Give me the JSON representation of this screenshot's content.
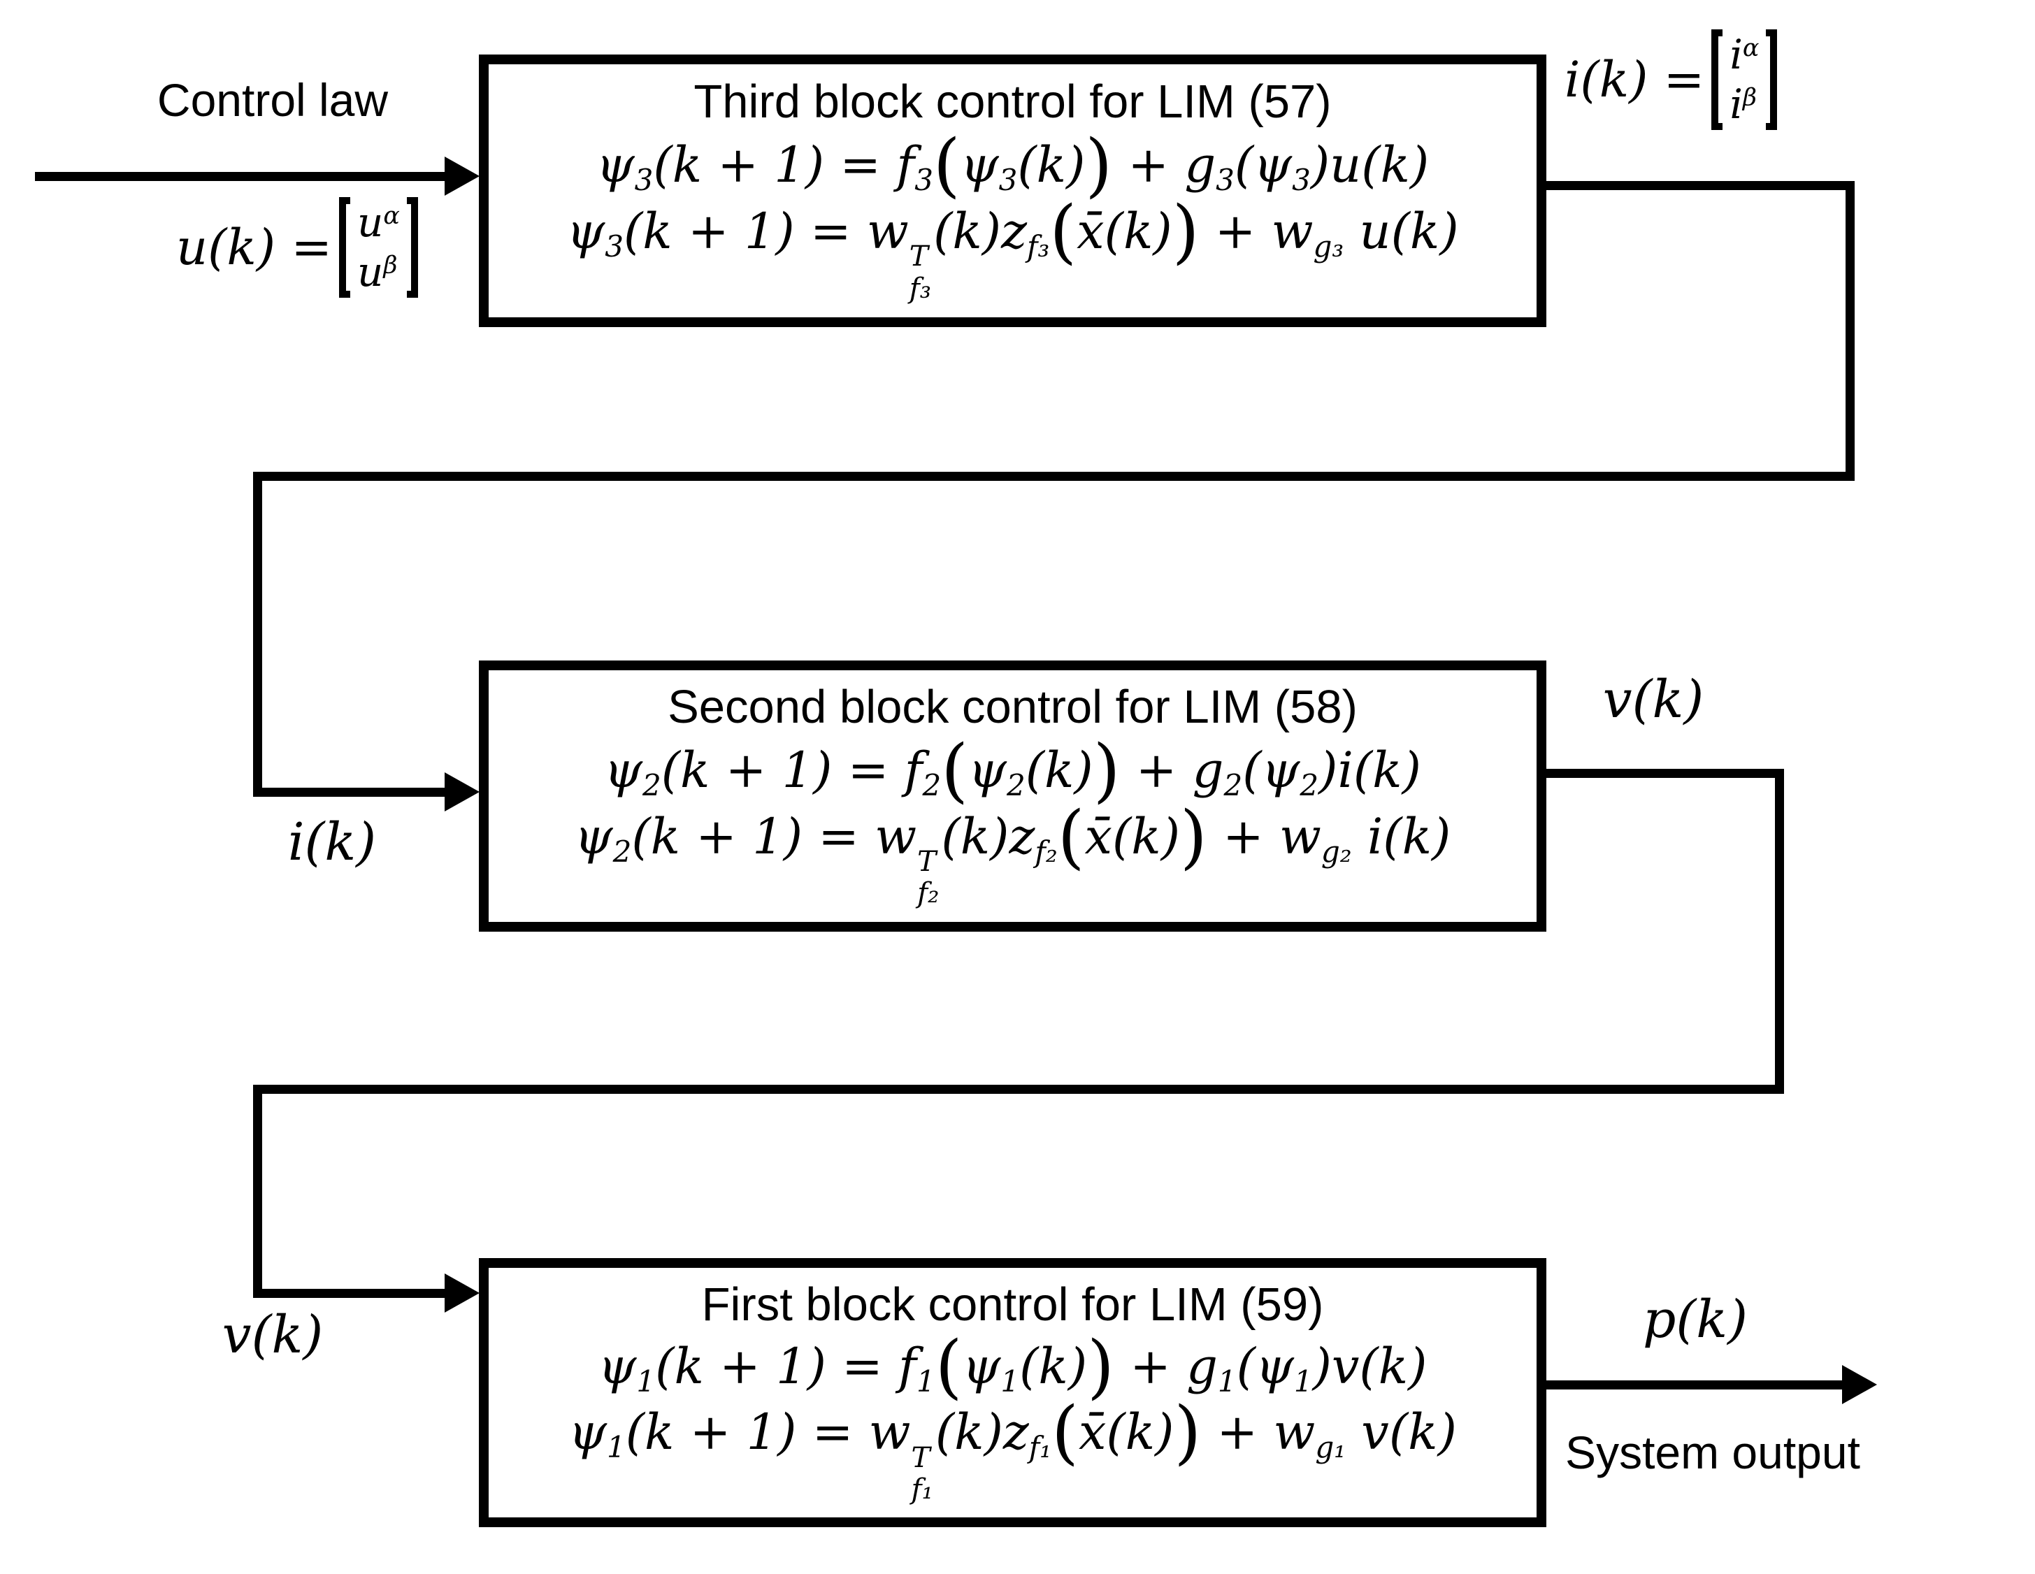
{
  "input": {
    "label": "Control law",
    "eq_prefix": [
      {
        "t": "u(k) = "
      }
    ],
    "matrix_rows": [
      [
        {
          "t": "u"
        },
        {
          "sup": "α"
        }
      ],
      [
        {
          "t": "u"
        },
        {
          "sup": "β"
        }
      ]
    ]
  },
  "blocks": [
    {
      "title": "Third block control for LIM (57)",
      "eq1": [
        {
          "t": "ψ"
        },
        {
          "sub": "3"
        },
        {
          "t": "(k + 1) = f"
        },
        {
          "sub": "3"
        },
        {
          "big": "("
        },
        {
          "t": "ψ"
        },
        {
          "sub": "3"
        },
        {
          "t": "(k)"
        },
        {
          "big": ")"
        },
        {
          "t": " + g"
        },
        {
          "sub": "3"
        },
        {
          "t": "(ψ"
        },
        {
          "sub": "3"
        },
        {
          "t": ")u(k)"
        }
      ],
      "eq2": [
        {
          "t": "ψ"
        },
        {
          "sub": "3"
        },
        {
          "t": "(k + 1) = w"
        },
        {
          "ss": [
            "T",
            "f₃"
          ]
        },
        {
          "t": "(k)z"
        },
        {
          "sub": "f₃"
        },
        {
          "big": "("
        },
        {
          "t": "x̄(k)"
        },
        {
          "big": ")"
        },
        {
          "t": " + w"
        },
        {
          "sub": "g₃"
        },
        {
          "t": " u(k)"
        }
      ]
    },
    {
      "title": "Second block control for LIM (58)",
      "eq1": [
        {
          "t": "ψ"
        },
        {
          "sub": "2"
        },
        {
          "t": "(k + 1) = f"
        },
        {
          "sub": "2"
        },
        {
          "big": "("
        },
        {
          "t": "ψ"
        },
        {
          "sub": "2"
        },
        {
          "t": "(k)"
        },
        {
          "big": ")"
        },
        {
          "t": " + g"
        },
        {
          "sub": "2"
        },
        {
          "t": "(ψ"
        },
        {
          "sub": "2"
        },
        {
          "t": ")i(k)"
        }
      ],
      "eq2": [
        {
          "t": "ψ"
        },
        {
          "sub": "2"
        },
        {
          "t": "(k + 1) = w"
        },
        {
          "ss": [
            "T",
            "f₂"
          ]
        },
        {
          "t": "(k)z"
        },
        {
          "sub": "f₂"
        },
        {
          "big": "("
        },
        {
          "t": "x̄(k)"
        },
        {
          "big": ")"
        },
        {
          "t": " + w"
        },
        {
          "sub": "g₂"
        },
        {
          "t": " i(k)"
        }
      ]
    },
    {
      "title": "First block control for LIM (59)",
      "eq1": [
        {
          "t": "ψ"
        },
        {
          "sub": "1"
        },
        {
          "t": "(k + 1) = f"
        },
        {
          "sub": "1"
        },
        {
          "big": "("
        },
        {
          "t": "ψ"
        },
        {
          "sub": "1"
        },
        {
          "t": "(k)"
        },
        {
          "big": ")"
        },
        {
          "t": " + g"
        },
        {
          "sub": "1"
        },
        {
          "t": "(ψ"
        },
        {
          "sub": "1"
        },
        {
          "t": ")v(k)"
        }
      ],
      "eq2": [
        {
          "t": "ψ"
        },
        {
          "sub": "1"
        },
        {
          "t": "(k + 1) = w"
        },
        {
          "ss": [
            "T",
            "f₁"
          ]
        },
        {
          "t": "(k)z"
        },
        {
          "sub": "f₁"
        },
        {
          "big": "("
        },
        {
          "t": "x̄(k)"
        },
        {
          "big": ")"
        },
        {
          "t": " + w"
        },
        {
          "sub": "g₁"
        },
        {
          "t": " v(k)"
        }
      ]
    }
  ],
  "signals": {
    "ik_eq_prefix": [
      {
        "t": "i(k) = "
      }
    ],
    "ik_matrix_rows": [
      [
        {
          "t": "i"
        },
        {
          "sup": "α"
        }
      ],
      [
        {
          "t": "i"
        },
        {
          "sup": "β"
        }
      ]
    ],
    "ik_label": [
      {
        "t": "i(k)"
      }
    ],
    "vk_out_label": [
      {
        "t": "v(k)"
      }
    ],
    "vk_in_label": [
      {
        "t": "v(k)"
      }
    ],
    "pk_label": [
      {
        "t": "p(k)"
      }
    ],
    "system_output": "System output"
  }
}
